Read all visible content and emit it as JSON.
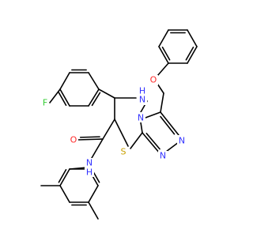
{
  "atoms": {
    "F": {
      "text": "F",
      "color": "#33cc33"
    },
    "NH_top": {
      "text": "N",
      "color": "#3333ff"
    },
    "H_top": {
      "text": "H",
      "color": "#3333ff"
    },
    "N_ring4": {
      "text": "N",
      "color": "#3333ff"
    },
    "O_ether": {
      "text": "O",
      "color": "#ff2a2a"
    },
    "O_carbonyl": {
      "text": "O",
      "color": "#ff2a2a"
    },
    "S": {
      "text": "S",
      "color": "#c8a000"
    },
    "N_tri1": {
      "text": "N",
      "color": "#3333ff"
    },
    "N_tri2": {
      "text": "N",
      "color": "#3333ff"
    },
    "N_amide": {
      "text": "N",
      "color": "#3333ff"
    },
    "H_amide": {
      "text": "H",
      "color": "#3333ff"
    }
  }
}
